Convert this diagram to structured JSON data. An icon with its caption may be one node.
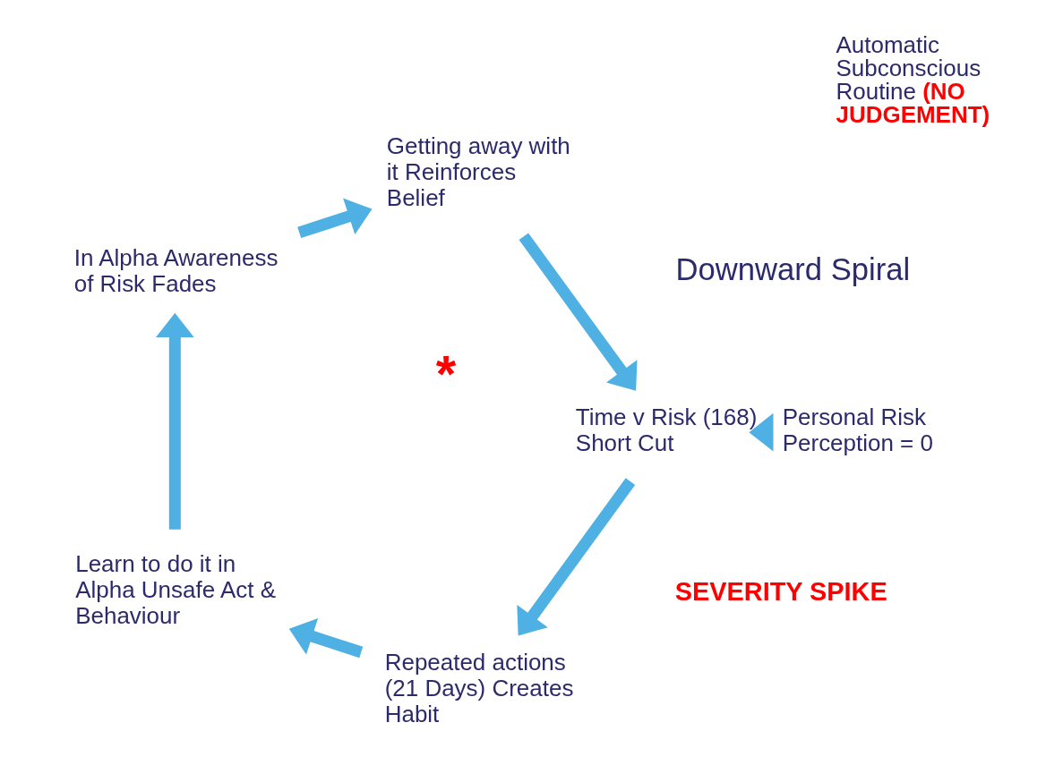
{
  "diagram": {
    "nodes": [
      {
        "text": [
          "Time v Risk (168) Short Cut"
        ]
      },
      {
        "text": [
          "Repeated actions (21 Days) Creates Habit"
        ]
      },
      {
        "text": [
          "Learn to do it in  Alpha Unsafe Act & Behaviour"
        ]
      },
      {
        "text": [
          "In Alpha Awareness of Risk Fades"
        ]
      },
      {
        "text": [
          "Getting away with it Reinforces Belief"
        ]
      },
      {
        "text": [
          "Personal Risk Perception = 0"
        ]
      }
    ],
    "edges": [
      {
        "from": 0,
        "to": 1,
        "arrow": "to"
      },
      {
        "from": 1,
        "to": 2,
        "arrow": "to"
      },
      {
        "from": 2,
        "to": 3,
        "arrow": "to"
      },
      {
        "from": 3,
        "to": 4,
        "arrow": "to"
      },
      {
        "from": 4,
        "to": 0,
        "arrow": "to"
      },
      {
        "from": 5,
        "to": 0,
        "arrow": "to"
      }
    ],
    "labels": [
      "Downward Spiral",
      "SEVERITY SPIKE",
      "*",
      "Automatic Subconscious Routine **(NO JUDGEMENT)**"
    ]
  }
}
